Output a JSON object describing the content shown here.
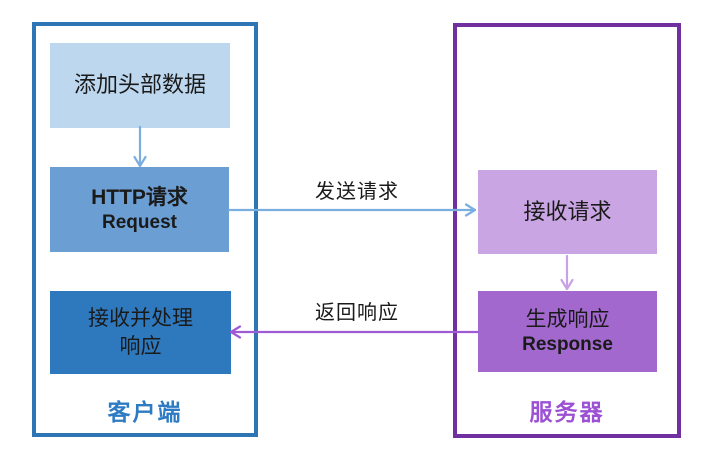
{
  "diagram": {
    "title_hint": "HTTP request/response flow",
    "client": {
      "label": "客户端",
      "add_header_box": "添加头部数据",
      "http_request_box": {
        "line1": "HTTP请求",
        "line2": "Request"
      },
      "receive_process_box": {
        "line1": "接收并处理",
        "line2": "响应"
      }
    },
    "server": {
      "label": "服务器",
      "receive_request_box": "接收请求",
      "generate_response_box": {
        "line1": "生成响应",
        "line2": "Response"
      }
    },
    "arrows": {
      "send_request": "发送请求",
      "return_response": "返回响应"
    },
    "colors": {
      "client_border": "#2E75B6",
      "client_box_light": "#BDD7EE",
      "client_box_medium": "#6B9FD4",
      "client_box_dark": "#2E79BE",
      "client_label": "#2E7BC4",
      "blue_arrow": "#7AAEE0",
      "server_border": "#7030A0",
      "server_box_light": "#C9A6E3",
      "server_box_medium": "#A268CE",
      "server_label": "#9C51D4",
      "purple_arrow_light": "#C9A2E6",
      "purple_arrow_dark": "#9E5AD2",
      "box_text": "#1a1a1a"
    }
  }
}
